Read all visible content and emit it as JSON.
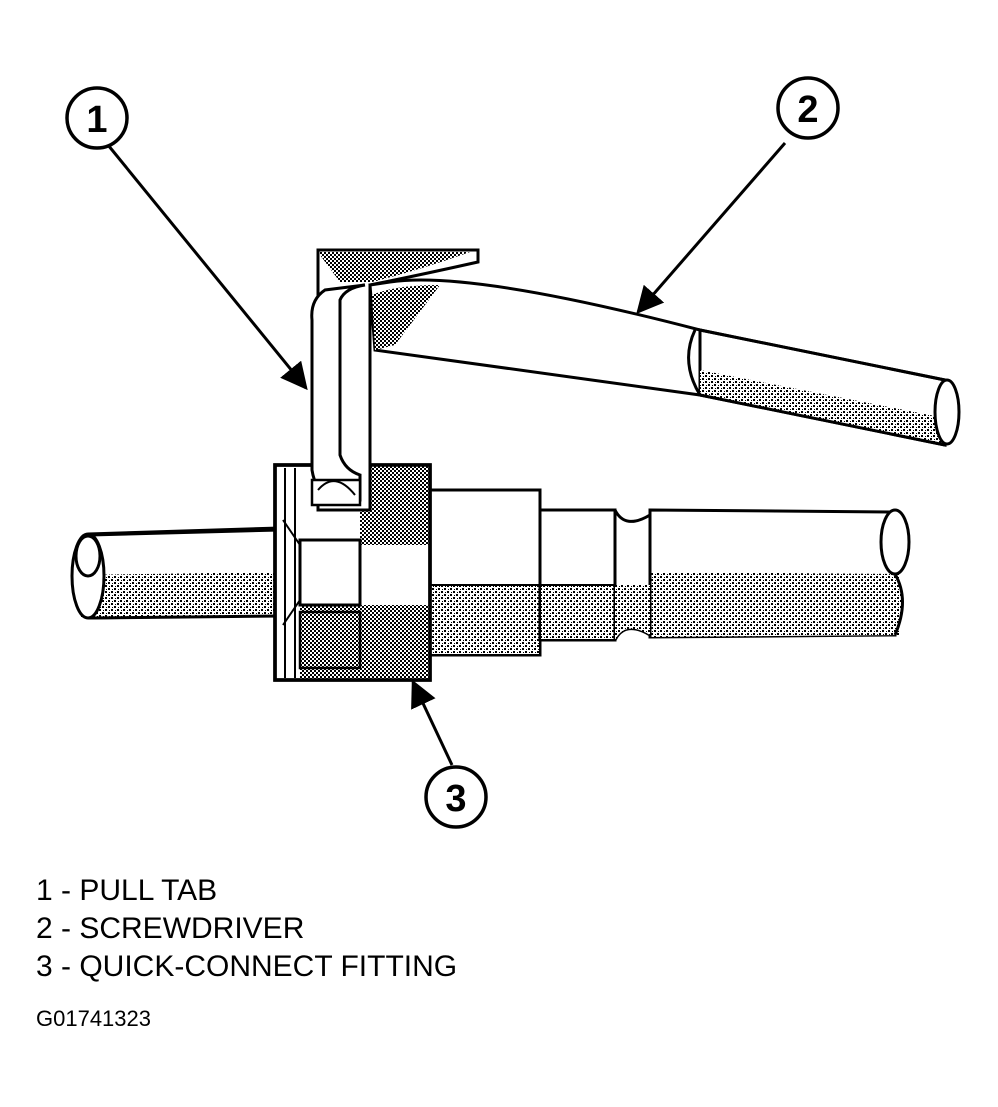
{
  "callouts": [
    {
      "number": "1",
      "label": "PULL TAB"
    },
    {
      "number": "2",
      "label": "SCREWDRIVER"
    },
    {
      "number": "3",
      "label": "QUICK-CONNECT FITTING"
    }
  ],
  "legend": [
    "1 - PULL TAB",
    "2 - SCREWDRIVER",
    "3 - QUICK-CONNECT FITTING"
  ],
  "figure_id": "G01741323",
  "colors": {
    "ink": "#000000",
    "paper": "#ffffff",
    "shade": "#8c8c8c"
  }
}
